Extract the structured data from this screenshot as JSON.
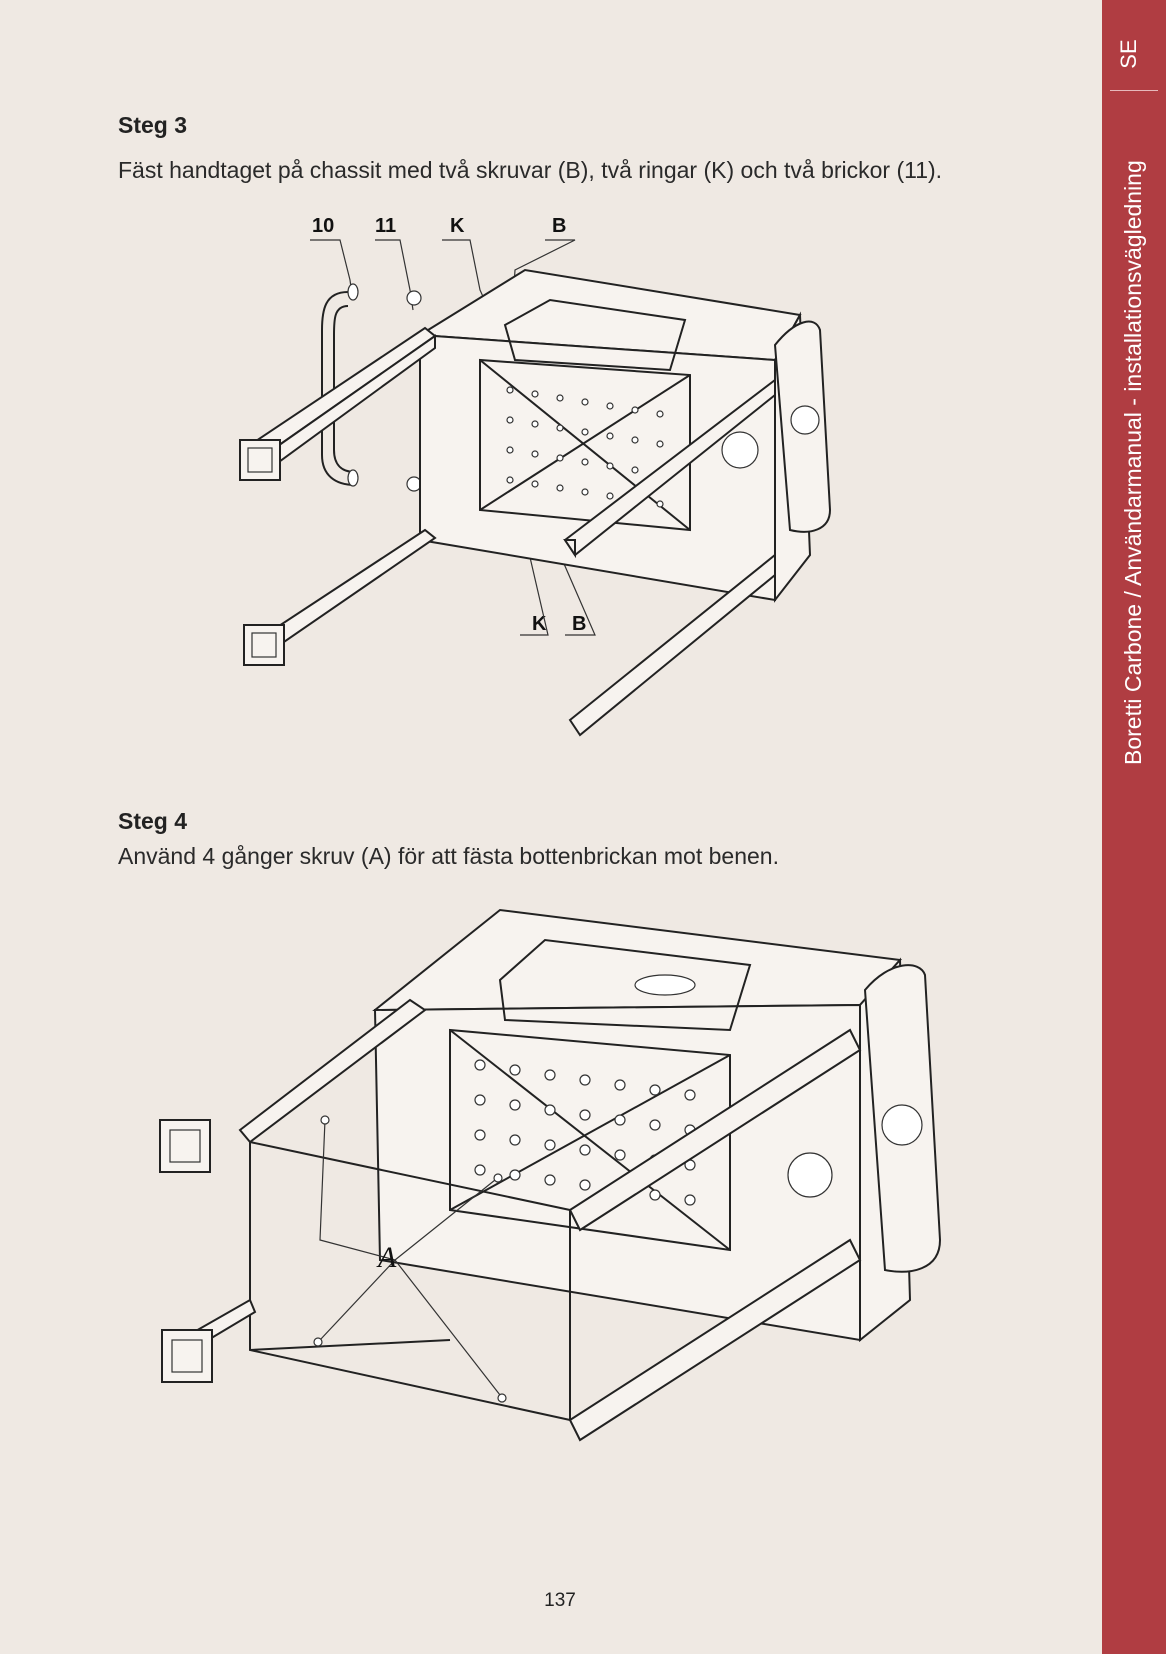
{
  "sidebar": {
    "lang": "SE",
    "title": "Boretti Carbone / Användarmanual - installationsvägledning"
  },
  "step3": {
    "heading": "Steg 3",
    "text": "Fäst handtaget på chassit med två skruvar (B), två ringar (K) och två brickor (11).",
    "callouts": {
      "c10": "10",
      "c11": "11",
      "cK_top": "K",
      "cB_top": "B",
      "cK_bottom": "K",
      "cB_bottom": "B"
    }
  },
  "step4": {
    "heading": "Steg 4",
    "text": "Använd 4 gånger skruv (A) för att fästa bottenbrickan mot benen.",
    "callouts": {
      "cA": "A"
    }
  },
  "page_number": "137"
}
